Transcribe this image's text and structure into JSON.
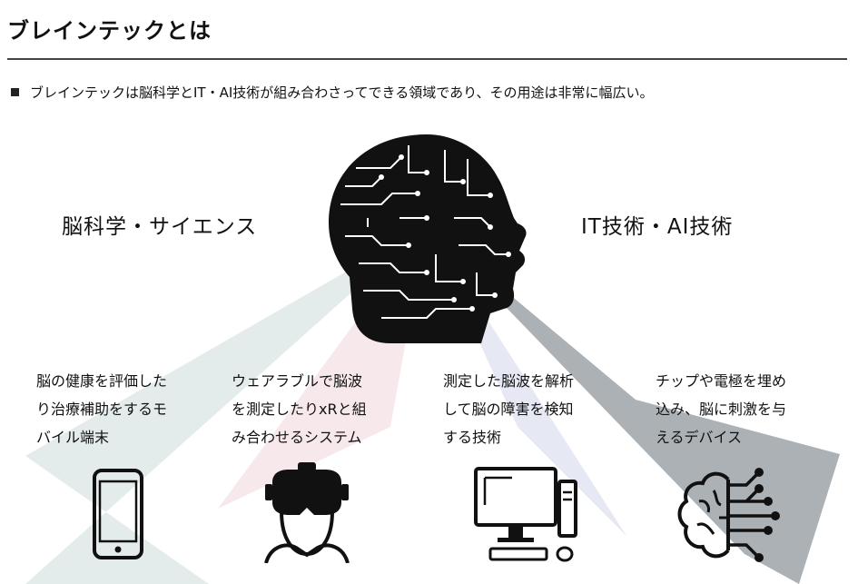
{
  "title": "ブレインテックとは",
  "summary": "ブレインテックは脳科学とIT・AI技術が組み合わさってできる領域であり、その用途は非常に幅広い。",
  "left_label": "脳科学・サイエンス",
  "right_label": "IT技術・AI技術",
  "uses": [
    {
      "text": "脳の健康を評価した\nり治療補助をするモ\nバイル端末",
      "icon": "smartphone-icon"
    },
    {
      "text": "ウェアラブルで脳波\nを測定したりxRと組\nみ合わせるシステム",
      "icon": "vr-headset-icon"
    },
    {
      "text": "測定した脳波を解析\nして脳の障害を検知\nする技術",
      "icon": "desktop-computer-icon"
    },
    {
      "text": "チップや電極を埋め\n込み、脳に刺激を与\nえるデバイス",
      "icon": "circuit-brain-icon"
    }
  ],
  "colors": {
    "ray1": "#dfe9e8",
    "ray2": "#f6e6ea",
    "ray3": "#e3e6f2",
    "ray4": "#9ea3a8",
    "ink": "#111111",
    "rule": "#444444"
  }
}
